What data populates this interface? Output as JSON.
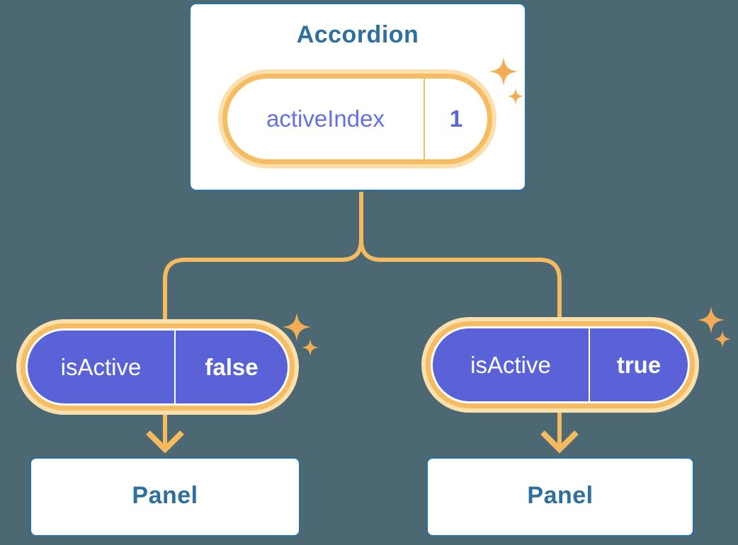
{
  "colors": {
    "background": "#4C6973",
    "card_border": "#2B719E",
    "heading_text": "#2E6F9E",
    "connector": "#F5B95F",
    "ring": "#F6BC62",
    "glow": "#FBDFAC",
    "sparkle": "#F3AC55",
    "pill_fill": "#5A62D8",
    "state_name_text": "#6471E4",
    "state_value_text": "#5766DE",
    "prop_text": "#FFFFFF"
  },
  "accordion": {
    "title": "Accordion",
    "state": {
      "name": "activeIndex",
      "value": "1"
    }
  },
  "children": [
    {
      "prop": {
        "name": "isActive",
        "value": "false"
      },
      "panel": {
        "title": "Panel"
      }
    },
    {
      "prop": {
        "name": "isActive",
        "value": "true"
      },
      "panel": {
        "title": "Panel"
      }
    }
  ]
}
